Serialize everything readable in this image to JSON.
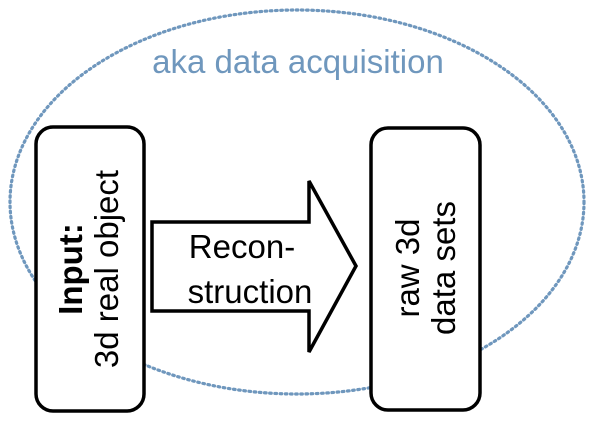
{
  "colors": {
    "ellipse_stroke": "#6f97bd",
    "ellipse_label": "#6f97bd",
    "box_stroke": "#000000",
    "box_fill": "#ffffff",
    "text": "#000000"
  },
  "ellipse": {
    "label": "aka data acquisition"
  },
  "input_box": {
    "title": "Input:",
    "subtitle": "3d real object"
  },
  "arrow": {
    "line1": "Recon-",
    "line2": "struction"
  },
  "output_box": {
    "line1": "raw 3d",
    "line2": "data sets"
  }
}
